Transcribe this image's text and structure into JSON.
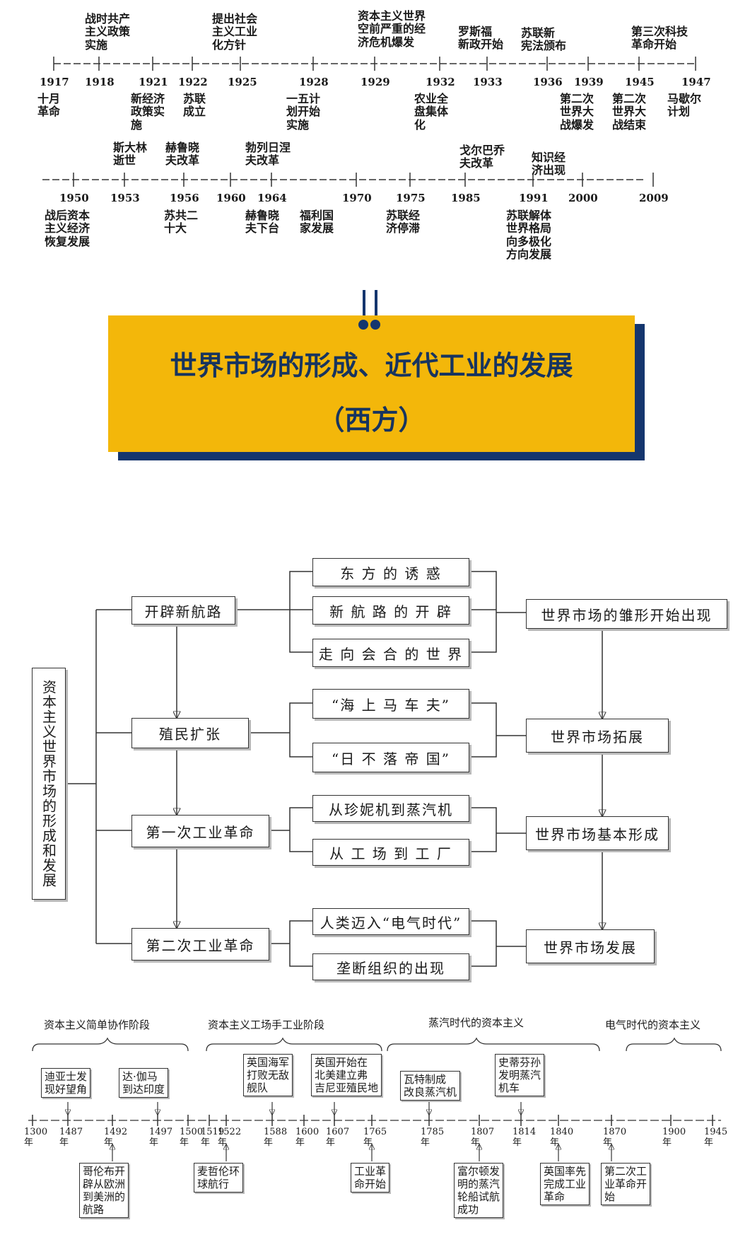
{
  "timeline1": {
    "events_above": [
      {
        "text": "战时共产\n主义政策\n实施"
      },
      {
        "text": "提出社会\n主义工业\n化方针"
      },
      {
        "text": "资本主义世界\n空前严重的经\n济危机爆发"
      },
      {
        "text": "罗斯福\n新政开始"
      },
      {
        "text": "苏联新\n宪法颁布"
      },
      {
        "text": "第三次科技\n革命开始"
      }
    ],
    "years": [
      "1917",
      "1918",
      "1921",
      "1922",
      "1925",
      "1928",
      "1929",
      "1932",
      "1933",
      "1936",
      "1939",
      "1945",
      "1947"
    ],
    "events_below": [
      {
        "text": "十月\n革命"
      },
      {
        "text": "新经济\n政策实\n施"
      },
      {
        "text": "苏联\n成立"
      },
      {
        "text": "一五计\n划开始\n实施"
      },
      {
        "text": "农业全\n盘集体\n化"
      },
      {
        "text": "第二次\n世界大\n战爆发"
      },
      {
        "text": "第二次\n世界大\n战结束"
      },
      {
        "text": "马歇尔\n计划"
      }
    ]
  },
  "timeline2": {
    "events_above": [
      {
        "text": "斯大林\n逝世"
      },
      {
        "text": "赫鲁晓\n夫改革"
      },
      {
        "text": "勃列日涅\n夫改革"
      },
      {
        "text": "戈尔巴乔\n夫改革"
      },
      {
        "text": "知识经\n济出现"
      }
    ],
    "years": [
      "1950",
      "1953",
      "1956",
      "1960",
      "1964",
      "1970",
      "1975",
      "1985",
      "1991",
      "2000",
      "2009"
    ],
    "events_below": [
      {
        "text": "战后资本\n主义经济\n恢复发展"
      },
      {
        "text": "苏共二\n十大"
      },
      {
        "text": "赫鲁晓\n夫下台"
      },
      {
        "text": "福利国\n家发展"
      },
      {
        "text": "苏联经\n济停滞"
      },
      {
        "text": "苏联解体\n世界格局\n向多极化\n方向发展"
      }
    ]
  },
  "banner": {
    "title": "世界市场的形成、近代工业的发展",
    "subtitle": "（西方）"
  },
  "mindmap": {
    "root": "资本主义世界市场的形成和发展",
    "stages": [
      {
        "label": "开辟新航路",
        "subs": [
          "东 方 的 诱 惑",
          "新 航 路 的 开 辟",
          "走 向 会 合 的 世 界"
        ],
        "result": "世界市场的雏形开始出现"
      },
      {
        "label": "殖民扩张",
        "subs": [
          "“海 上 马 车 夫”",
          "“日 不 落 帝 国”"
        ],
        "result": "世界市场拓展"
      },
      {
        "label": "第一次工业革命",
        "subs": [
          "从珍妮机到蒸汽机",
          "从 工 场 到 工 厂"
        ],
        "result": "世界市场基本形成"
      },
      {
        "label": "第二次工业革命",
        "subs": [
          "人类迈入“电气时代”",
          "垄断组织的出现"
        ],
        "result": "世界市场发展"
      }
    ]
  },
  "timeline3": {
    "periods": [
      "资本主义简单协作阶段",
      "资本主义工场手工业阶段",
      "蒸汽时代的资本主义",
      "电气时代的资本主义"
    ],
    "year_suffix": "年",
    "years": [
      "1300",
      "1487",
      "1492",
      "1497",
      "1500",
      "1519",
      "1522",
      "1588",
      "1600",
      "1607",
      "1765",
      "1785",
      "1807",
      "1814",
      "1840",
      "1870",
      "1900",
      "1945"
    ],
    "events_above": [
      {
        "text": "迪亚士发\n现好望角"
      },
      {
        "text": "达·伽马\n到达印度"
      },
      {
        "text": "英国海军\n打败无敌\n舰队"
      },
      {
        "text": "英国开始在\n北美建立弗\n吉尼亚殖民地"
      },
      {
        "text": "瓦特制成\n改良蒸汽机"
      },
      {
        "text": "史蒂芬孙\n发明蒸汽\n机车"
      }
    ],
    "events_below": [
      {
        "text": "哥伦布开\n辟从欧洲\n到美洲的\n航路"
      },
      {
        "text": "麦哲伦环\n球航行"
      },
      {
        "text": "工业革\n命开始"
      },
      {
        "text": "富尔顿发\n明的蒸汽\n轮船试航\n成功"
      },
      {
        "text": "英国率先\n完成工业\n革命"
      },
      {
        "text": "第二次工\n业革命开\n始"
      }
    ]
  }
}
